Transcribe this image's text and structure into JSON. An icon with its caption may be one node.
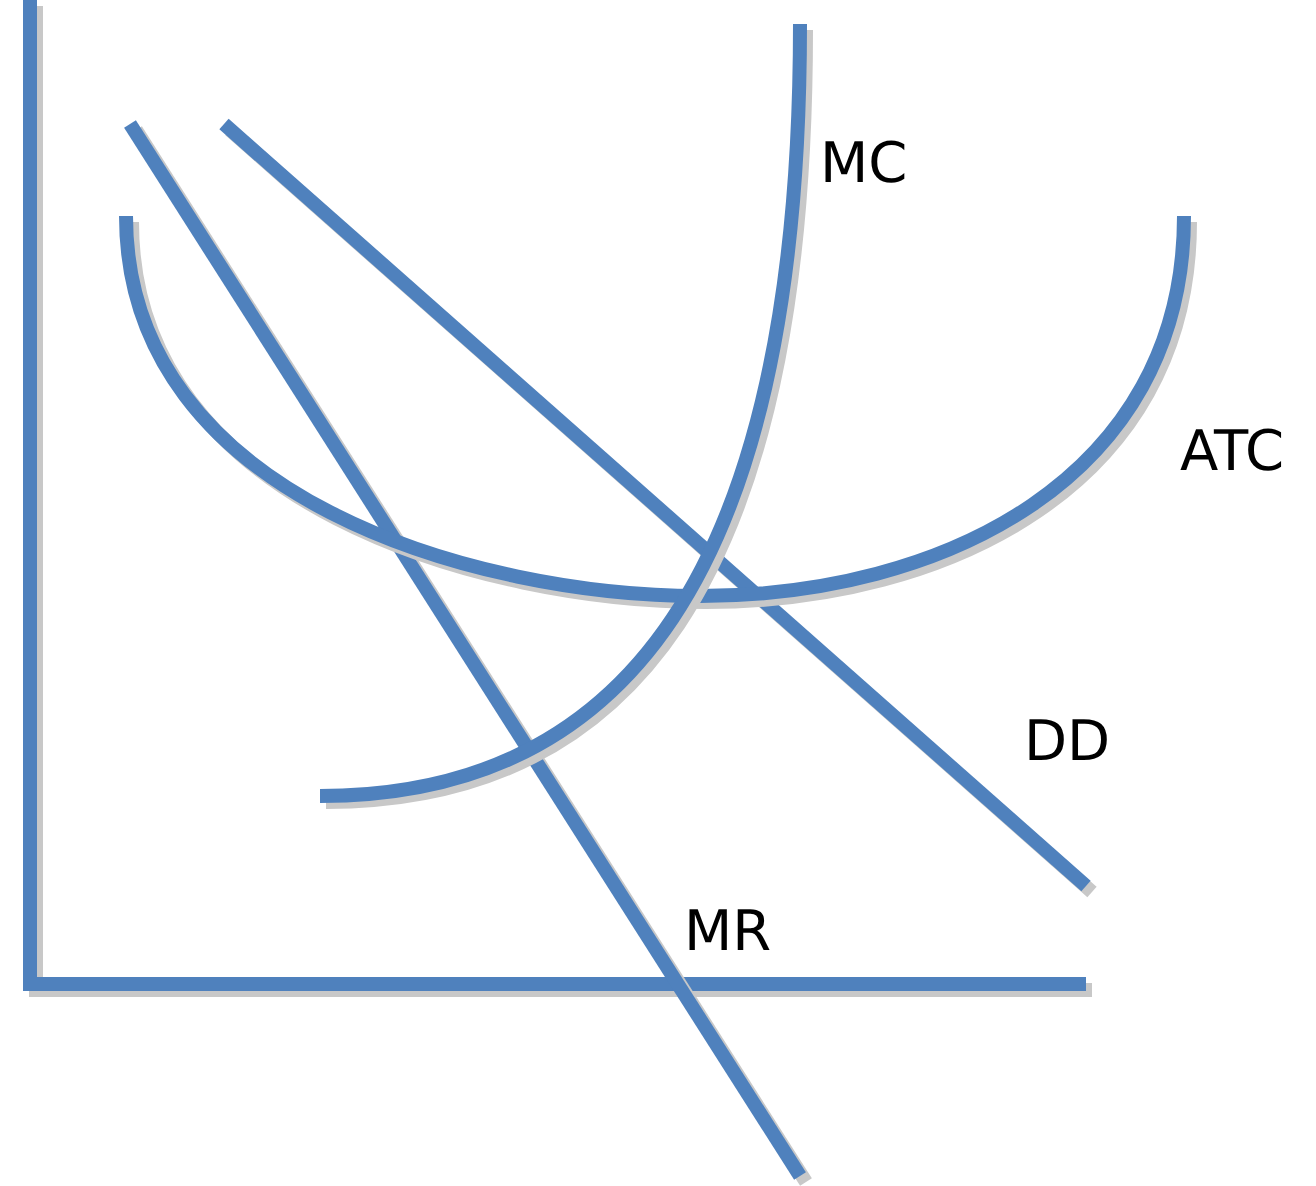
{
  "diagram": {
    "labels": [
      "MC",
      "ATC",
      "DD",
      "MR"
    ]
  }
}
